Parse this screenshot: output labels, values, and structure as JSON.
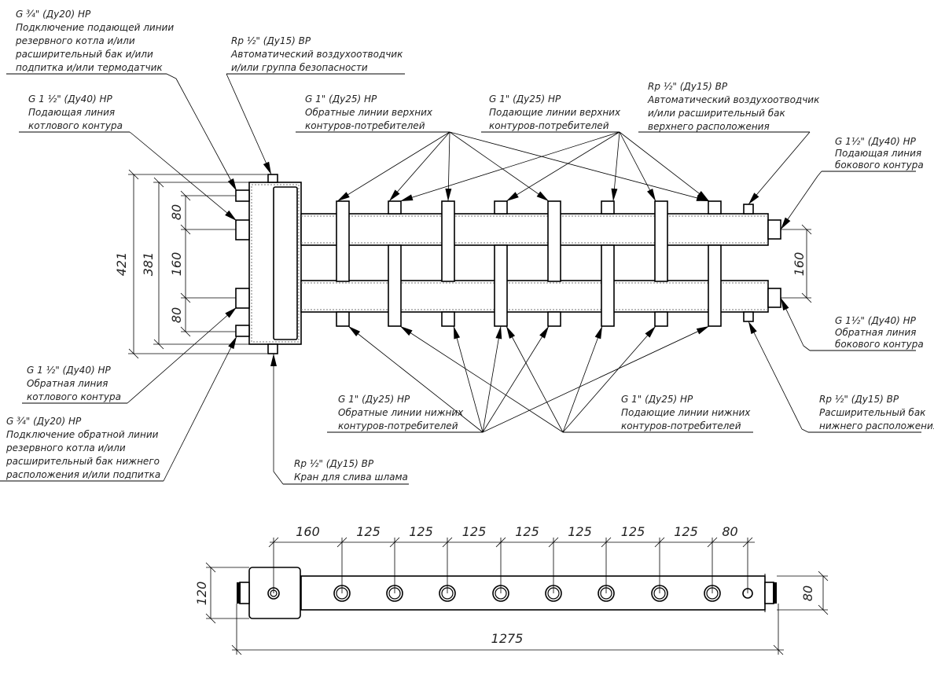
{
  "title": "Гидравлический коллектор (распределительная гребёнка) — чертёж",
  "callouts": [
    {
      "id": "top-left-1",
      "lines": [
        "G ¾\" (Ду20) НР",
        "Подключение подающей линии",
        "резервного котла и/или",
        "расширительный бак и/или",
        "подпитка и/или термодатчик"
      ]
    },
    {
      "id": "top-air-vent",
      "lines": [
        "Rp ½\" (Ду15) ВР",
        "Автоматический воздухоотводчик",
        "и/или группа безопасности"
      ]
    },
    {
      "id": "boiler-supply",
      "lines": [
        "G 1 ½\" (Ду40) НР",
        "Подающая линия",
        "котлового контура"
      ]
    },
    {
      "id": "upper-return",
      "lines": [
        "G 1\" (Ду25) НР",
        "Обратные линии верхних",
        "контуров-потребителей"
      ]
    },
    {
      "id": "upper-supply",
      "lines": [
        "G 1\" (Ду25) НР",
        "Подающие линии верхних",
        "контуров-потребителей"
      ]
    },
    {
      "id": "upper-air-vent",
      "lines": [
        "Rp ½\" (Ду15) ВР",
        "Автоматический воздухоотводчик",
        "и/или расширительный бак",
        "верхнего расположения"
      ]
    },
    {
      "id": "side-supply",
      "lines": [
        "G 1½\" (Ду40) НР",
        "Подающая линия",
        "бокового контура"
      ]
    },
    {
      "id": "side-return",
      "lines": [
        "G 1½\" (Ду40) НР",
        "Обратная линия",
        "бокового контура"
      ]
    },
    {
      "id": "boiler-return",
      "lines": [
        "G 1 ½\" (Ду40) НР",
        "Обратная линия",
        "котлового контура"
      ]
    },
    {
      "id": "bottom-left-2",
      "lines": [
        "G ¾\" (Ду20) НР",
        "Подключение обратной линии",
        "резервного котла и/или",
        "расширительный бак нижнего",
        "расположения и/или подпитка"
      ]
    },
    {
      "id": "lower-return",
      "lines": [
        "G 1\" (Ду25) НР",
        "Обратные линии нижних",
        "контуров-потребителей"
      ]
    },
    {
      "id": "lower-supply",
      "lines": [
        "G 1\" (Ду25) НР",
        "Подающие линии нижних",
        "контуров-потребителей"
      ]
    },
    {
      "id": "lower-expansion",
      "lines": [
        "Rp ½\" (Ду15) ВР",
        "Расширительный бак",
        "нижнего расположения"
      ]
    },
    {
      "id": "sludge-drain",
      "lines": [
        "Rp ½\" (Ду15) ВР",
        "Кран для слива шлама"
      ]
    }
  ],
  "dimensions": {
    "front_view": {
      "overall_height": "421",
      "body_height": "381",
      "upper_spacing": "80",
      "middle_spacing": "160",
      "lower_spacing": "80",
      "side_spacing": "160"
    },
    "top_view": {
      "spacings": [
        "160",
        "125",
        "125",
        "125",
        "125",
        "125",
        "125",
        "125",
        "80"
      ],
      "overall_length": "1275",
      "body_width": "120",
      "pipe_width": "80"
    }
  }
}
